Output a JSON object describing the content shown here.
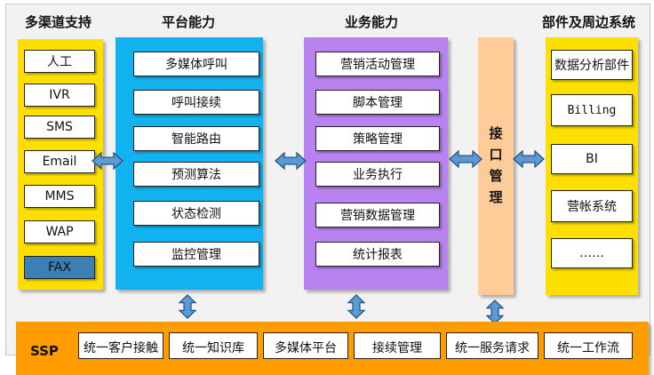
{
  "colors": {
    "channel_panel": "#fee000",
    "platform_panel": "#12b2f0",
    "business_panel": "#b882f0",
    "interface_panel": "#ffcc99",
    "system_panel": "#fee000",
    "bottom_band": "#ff9c00",
    "arrow_fill": "#5b9bd5",
    "arrow_stroke": "#1f4e79",
    "fax_fill": "#3d7fb5"
  },
  "columns": {
    "channels": {
      "title": "多渠道支持",
      "items": [
        "人工",
        "IVR",
        "SMS",
        "Email",
        "MMS",
        "WAP",
        "FAX"
      ]
    },
    "platform": {
      "title": "平台能力",
      "items": [
        "多媒体呼叫",
        "呼叫接续",
        "智能路由",
        "预测算法",
        "状态检测",
        "监控管理"
      ]
    },
    "business": {
      "title": "业务能力",
      "items": [
        "营销活动管理",
        "脚本管理",
        "策略管理",
        "业务执行",
        "营销数据管理",
        "统计报表"
      ]
    },
    "interface": {
      "label": [
        "接",
        "口",
        "管",
        "理"
      ]
    },
    "systems": {
      "title": "部件及周边系统",
      "items": [
        "数据分析部件",
        "Billing",
        "BI",
        "营帐系统",
        "……"
      ]
    }
  },
  "bottom": {
    "label": "SSP",
    "services": [
      "统一客户接触",
      "统一知识库",
      "多媒体平台",
      "接续管理",
      "统一服务请求",
      "统一工作流"
    ]
  }
}
